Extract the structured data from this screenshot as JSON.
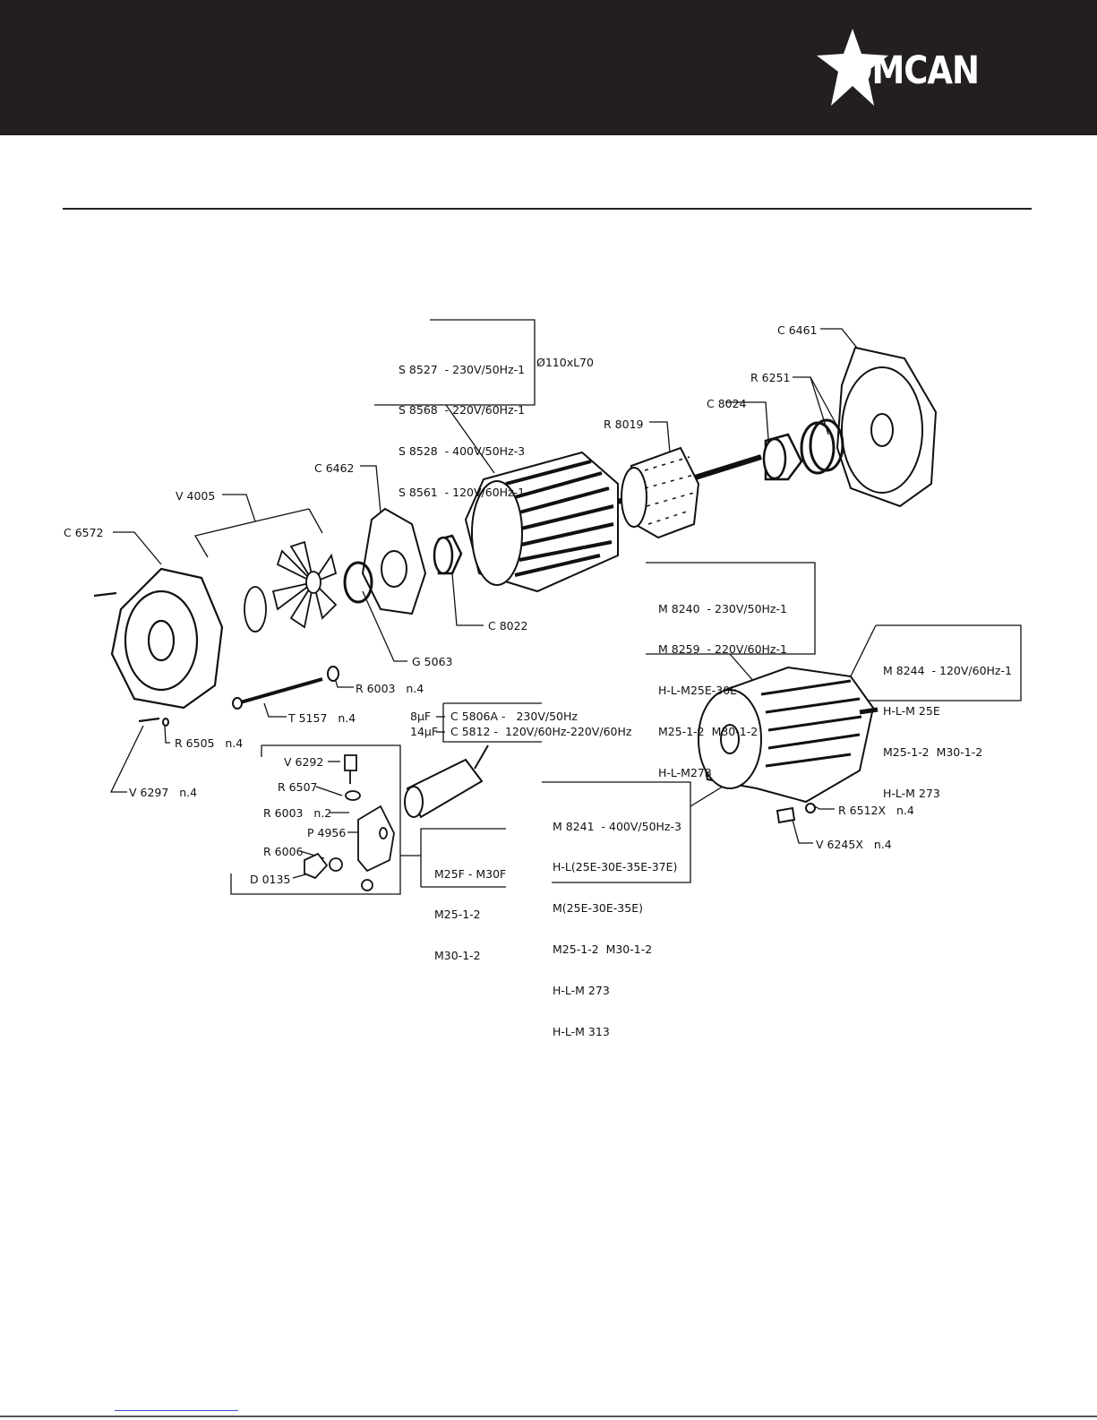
{
  "header": {
    "brand": "OMCAN",
    "colors": {
      "band": "#231f20",
      "logo": "#ffffff"
    }
  },
  "stator_group": {
    "lines": [
      "S 8527  - 230V/50Hz-1",
      "S 8568  - 220V/60Hz-1",
      "S 8528  - 400V/50Hz-3",
      "S 8561  - 120V/60Hz-1"
    ],
    "dimension": "Ø110xL70"
  },
  "labels": {
    "c6461": "C 6461",
    "r6251": "R 6251",
    "c8024": "C 8024",
    "r8019": "R 8019",
    "c6462": "C 6462",
    "v4005": "V 4005",
    "c6572": "C 6572",
    "c8022": "C 8022",
    "g5063": "G 5063",
    "r6003_n4": "R 6003   n.4",
    "t5157": "T 5157   n.4",
    "r6505": "R 6505   n.4",
    "v6297": "V 6297   n.4",
    "v6292": "V 6292",
    "r6507": "R 6507",
    "r6003_n2": "R 6003   n.2",
    "p4956": "P 4956",
    "r6006": "R 6006",
    "d0135": "D 0135",
    "r6512x": "R 6512X   n.4",
    "v6245x": "V 6245X   n.4"
  },
  "capacitor_group": {
    "rating_1": "8μF",
    "rating_2": "14μF",
    "line_1": "C 5806A -   230V/50Hz",
    "line_2": "C 5812 -  120V/60Hz-220V/60Hz"
  },
  "bracket_models": [
    "M25F - M30F",
    "M25-1-2",
    "M30-1-2"
  ],
  "motor_m8240_group": [
    "M 8240  - 230V/50Hz-1",
    "M 8259  - 220V/60Hz-1",
    "H-L-M25E-30E",
    "M25-1-2  M30-1-2",
    "H-L-M273"
  ],
  "motor_m8244_group": [
    "M 8244  - 120V/60Hz-1",
    "H-L-M 25E",
    "M25-1-2  M30-1-2",
    "H-L-M 273"
  ],
  "motor_m8241_group": [
    "M 8241  - 400V/50Hz-3",
    "H-L(25E-30E-35E-37E)",
    "M(25E-30E-35E)",
    "M25-1-2  M30-1-2",
    "H-L-M 273",
    "H-L-M 313"
  ]
}
